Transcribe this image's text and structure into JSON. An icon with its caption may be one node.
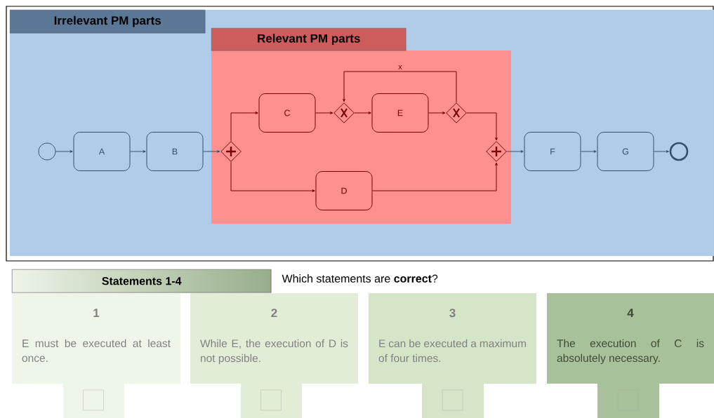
{
  "diagram": {
    "nodes": [
      {
        "text": [
          "Irrelevant PM parts"
        ]
      },
      {
        "text": [
          "Relevant PM parts"
        ],
        "in": 0
      },
      {
        "text": [],
        "shape": "circle",
        "in": 0
      },
      {
        "text": [
          "A"
        ],
        "in": 0
      },
      {
        "text": [
          "B"
        ],
        "in": 0
      },
      {
        "text": [],
        "shape": "diamond",
        "in": 1
      },
      {
        "text": [
          "C"
        ],
        "in": 1
      },
      {
        "text": [],
        "shape": "diamond",
        "in": 1
      },
      {
        "text": [
          "E"
        ],
        "in": 1
      },
      {
        "text": [],
        "shape": "diamond",
        "in": 1
      },
      {
        "text": [
          "D"
        ],
        "in": 1
      },
      {
        "text": [],
        "shape": "diamond",
        "in": 1
      },
      {
        "text": [
          "F"
        ],
        "in": 0
      },
      {
        "text": [
          "G"
        ],
        "in": 0
      },
      {
        "text": [],
        "shape": "circle",
        "in": 0
      },
      {
        "text": [
          "Statements 1-4"
        ]
      },
      {
        "text": [
          "1",
          "E must be executed at least once."
        ]
      },
      {
        "text": [
          "2",
          "While E, the execution of D is not possible."
        ]
      },
      {
        "text": [
          "3",
          "E can be executed a maximum of four times."
        ]
      },
      {
        "text": [
          "4",
          "The execution of C is absolutely necessary."
        ]
      }
    ],
    "edges": [
      {
        "from": 2,
        "to": 3,
        "arrow": "to",
        "color": "#34506e"
      },
      {
        "from": 3,
        "to": 4,
        "arrow": "to",
        "color": "#34506e"
      },
      {
        "from": 4,
        "to": 5,
        "arrow": "to",
        "color": "#34506e"
      },
      {
        "from": 5,
        "to": 6,
        "arrow": "to"
      },
      {
        "from": 5,
        "to": 10,
        "arrow": "to"
      },
      {
        "from": 6,
        "to": 7,
        "arrow": "to"
      },
      {
        "from": 7,
        "to": 8,
        "arrow": "to"
      },
      {
        "from": 8,
        "to": 9,
        "arrow": "to"
      },
      {
        "from": 9,
        "to": 7,
        "arrow": "to",
        "label": "x"
      },
      {
        "from": 9,
        "to": 11,
        "arrow": "to"
      },
      {
        "from": 10,
        "to": 11,
        "arrow": "to"
      },
      {
        "from": 11,
        "to": 12,
        "arrow": "to",
        "color": "#34506e"
      },
      {
        "from": 12,
        "to": 13,
        "arrow": "to",
        "color": "#34506e"
      },
      {
        "from": 13,
        "to": 14,
        "arrow": "to",
        "color": "#34506e"
      }
    ],
    "labels": [
      "Which statements are **correct**?"
    ]
  }
}
